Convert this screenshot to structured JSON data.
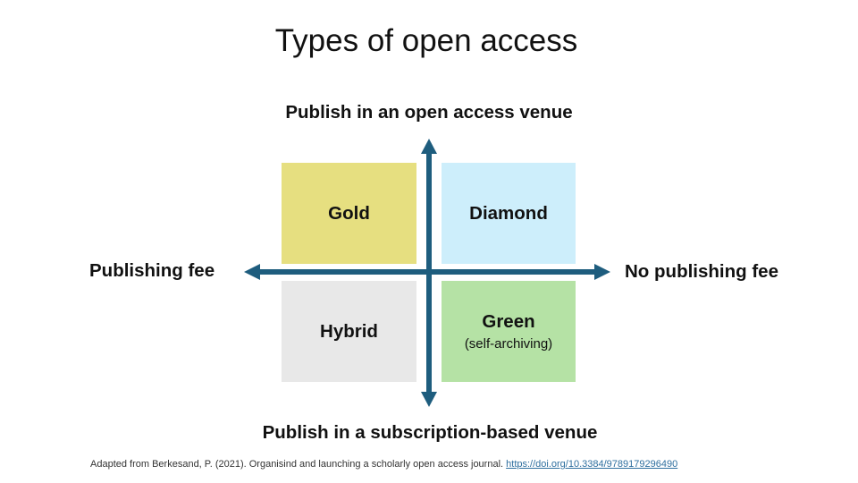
{
  "title": "Types of open access",
  "axes": {
    "top": "Publish in an open access venue",
    "bottom": "Publish in a subscription-based venue",
    "left": "Publishing fee",
    "right": "No publishing fee"
  },
  "quadrants": {
    "gold": {
      "label": "Gold",
      "color": "#e6df80"
    },
    "diamond": {
      "label": "Diamond",
      "color": "#cdeefb"
    },
    "hybrid": {
      "label": "Hybrid",
      "color": "#e8e8e8"
    },
    "green": {
      "label": "Green",
      "sublabel": "(self-archiving)",
      "color": "#b5e2a5"
    }
  },
  "arrow_color": "#1e5d7e",
  "citation": {
    "text": "Adapted from Berkesand, P. (2021). Organisind and launching a scholarly open access journal. ",
    "link_text": "https://doi.org/10.3384/9789179296490"
  }
}
